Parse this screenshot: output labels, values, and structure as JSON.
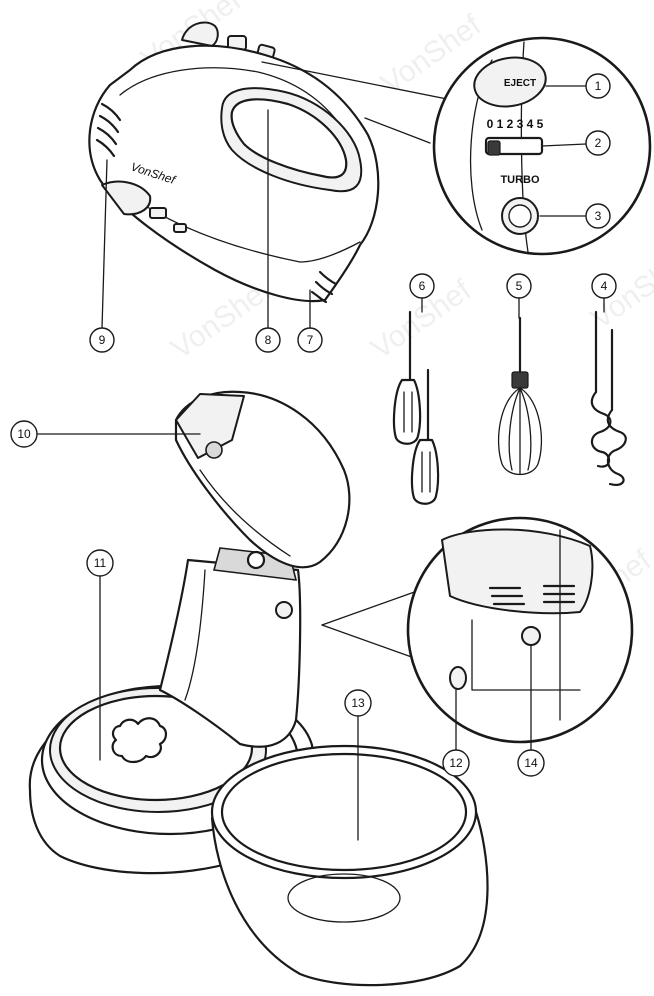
{
  "brand": "VonShef",
  "watermark": "VonShef",
  "control_panel": {
    "eject_label": "EJECT",
    "speed_scale": "0 1 2 3 4 5",
    "turbo_label": "TURBO"
  },
  "callouts": [
    "1",
    "2",
    "3",
    "4",
    "5",
    "6",
    "7",
    "8",
    "9",
    "10",
    "11",
    "12",
    "13",
    "14"
  ]
}
